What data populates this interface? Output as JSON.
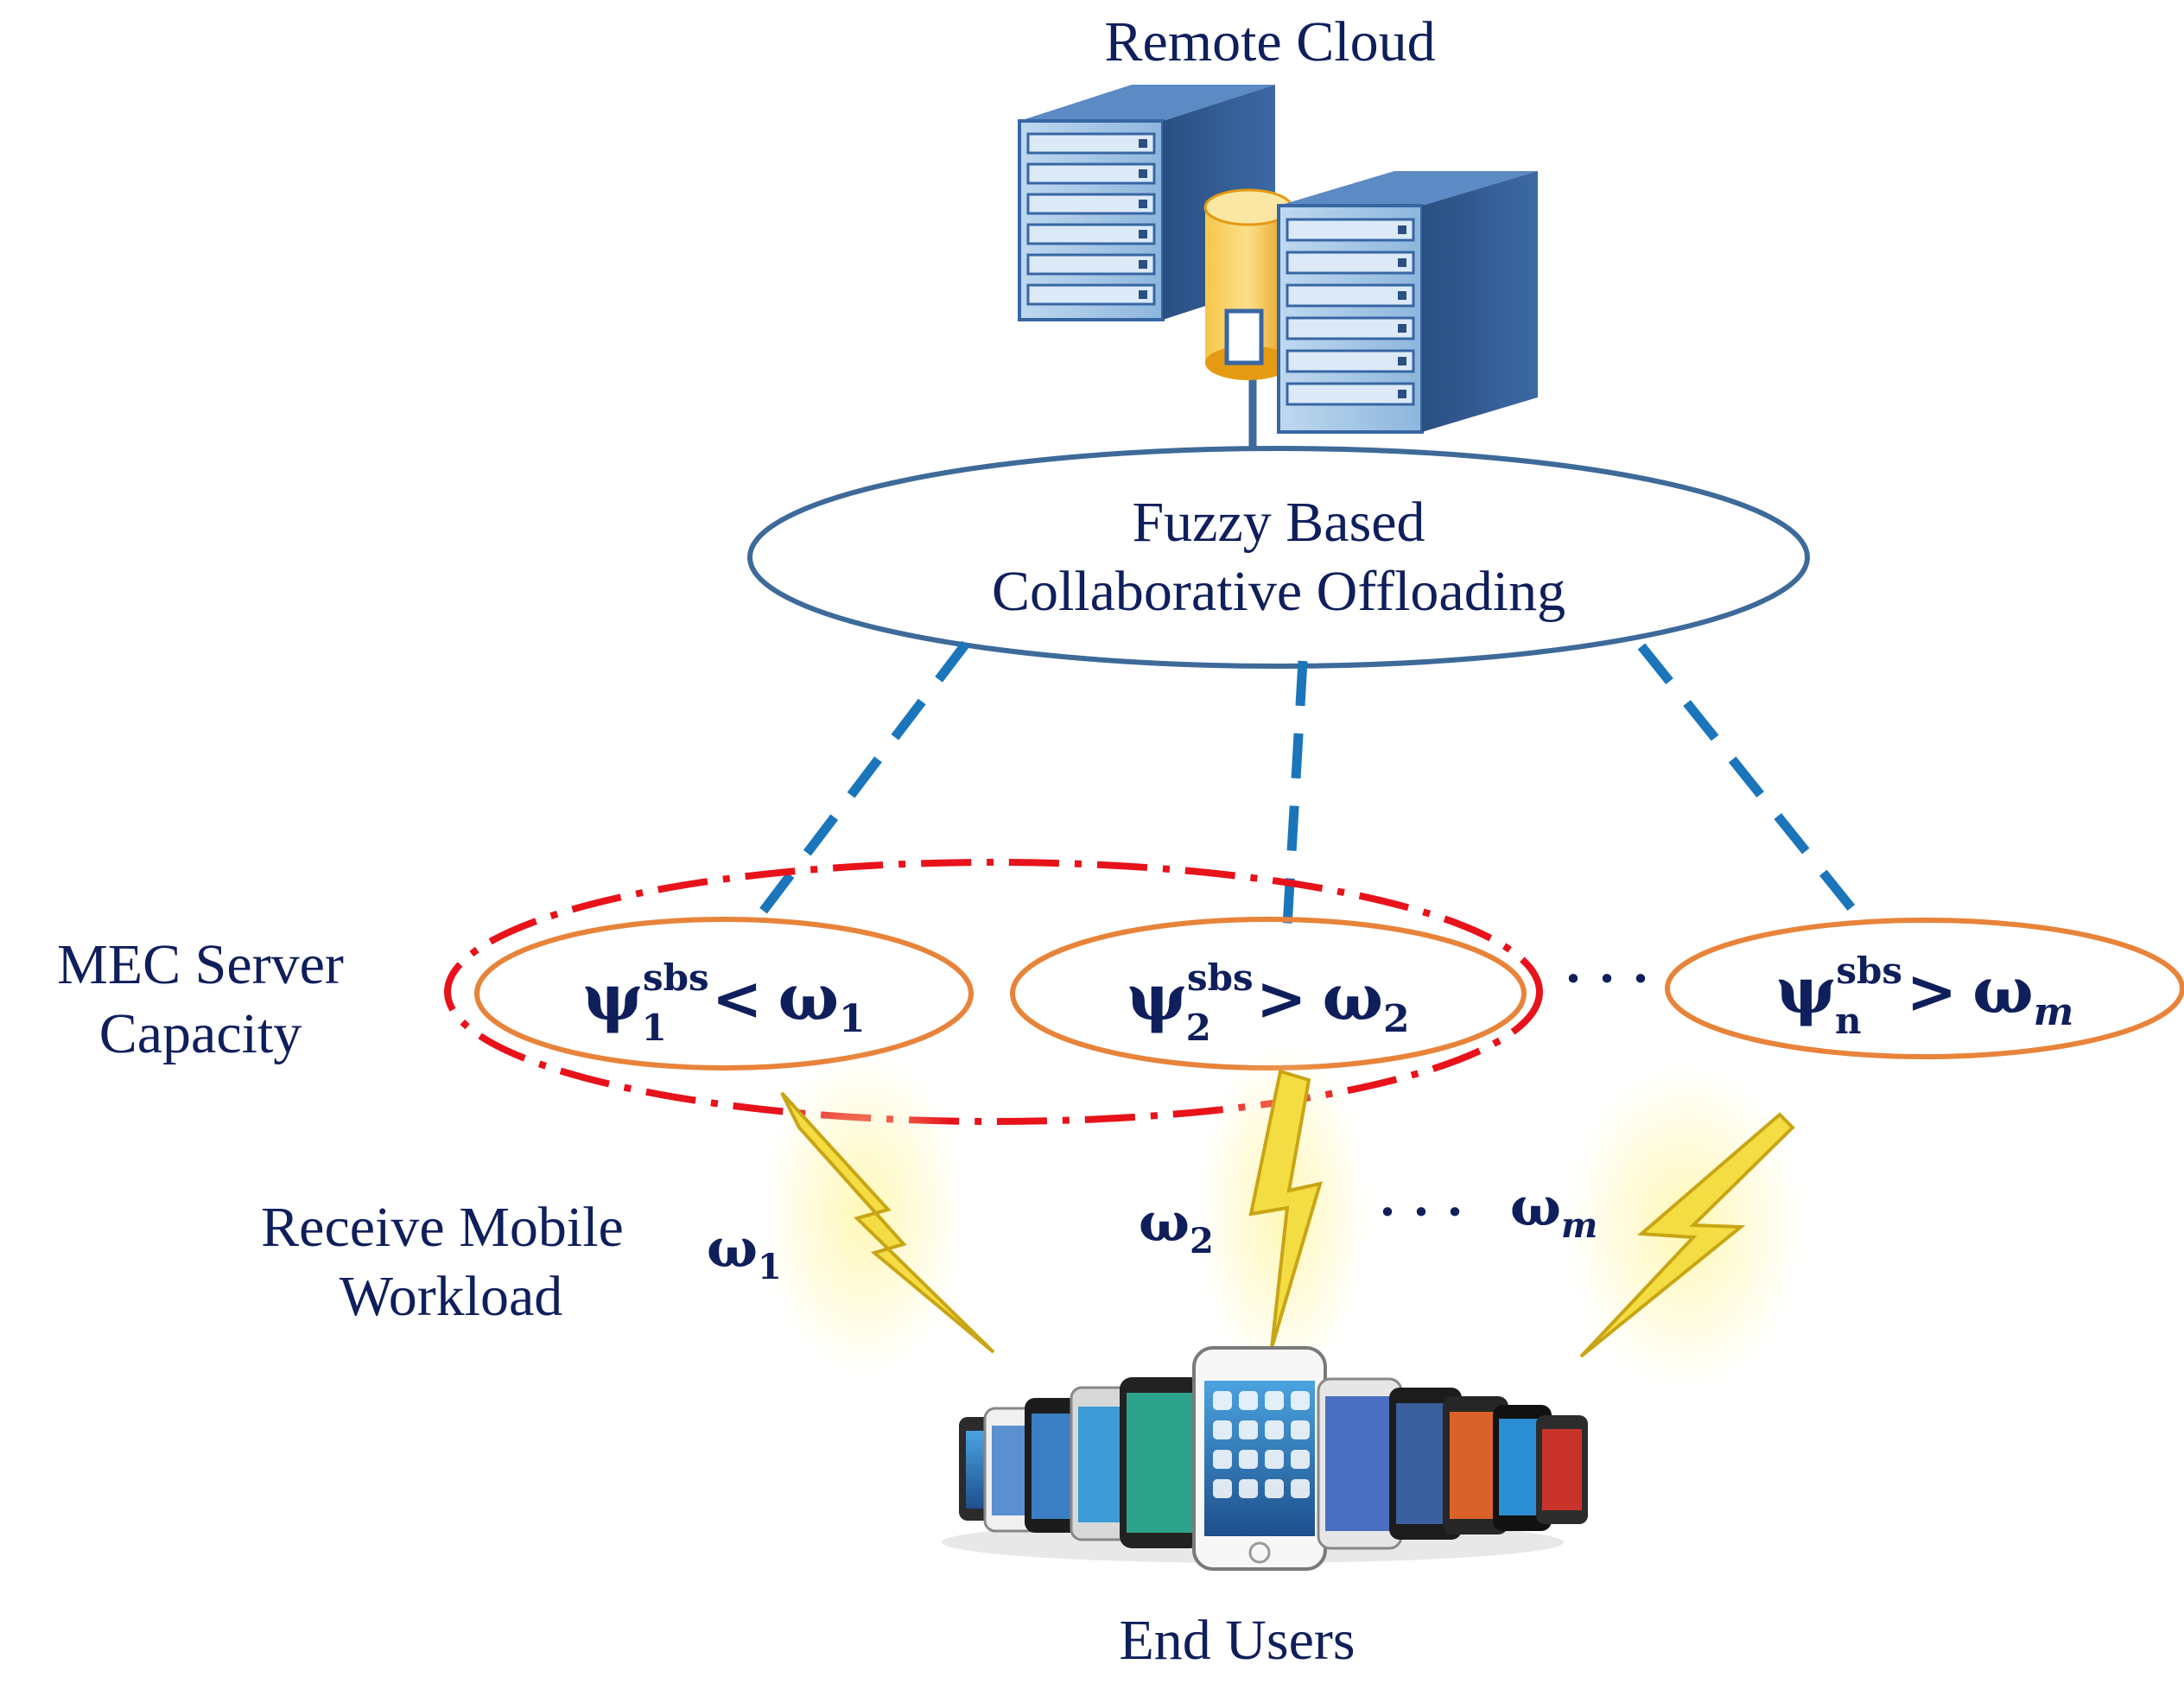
{
  "labels": {
    "remote_cloud": "Remote Cloud",
    "fuzzy_line1": "Fuzzy Based",
    "fuzzy_line2": "Collaborative Offloading",
    "mec_line1": "MEC Server",
    "mec_line2": "Capacity",
    "receive_line1": "Receive Mobile",
    "receive_line2": "Workload",
    "end_users": "End Users"
  },
  "mec_nodes": [
    {
      "base": "ψ",
      "sub": "1",
      "sup": "sbs",
      "op": "<",
      "rhs": "ω",
      "rhs_sub": "1",
      "rhs_sub_italic": false
    },
    {
      "base": "ψ",
      "sub": "2",
      "sup": "sbs",
      "op": ">",
      "rhs": "ω",
      "rhs_sub": "2",
      "rhs_sub_italic": false
    },
    {
      "base": "ψ",
      "sub": "n",
      "sup": "sbs",
      "op": ">",
      "rhs": "ω",
      "rhs_sub": "m",
      "rhs_sub_italic": true
    }
  ],
  "ellipsis": "· · ·",
  "workloads": [
    {
      "sym": "ω",
      "sub": "1",
      "italic": false
    },
    {
      "sym": "ω",
      "sub": "2",
      "italic": false
    },
    {
      "sym": "ω",
      "sub": "m",
      "italic": true
    }
  ],
  "colors": {
    "text": "#0f1f5c",
    "fuzzy_ellipse": "#3d6a99",
    "dashed_link": "#1b75bb",
    "mec_ellipse": "#e8833a",
    "cluster_boundary": "#e8121a",
    "server_front": "#3866a3",
    "server_side": "#2a4f82",
    "drum": "#f3b31b",
    "lightning": "#f4dd42"
  },
  "icons": [
    "server-rack-icon",
    "database-icon",
    "lightning-icon",
    "smartphone-icon"
  ]
}
